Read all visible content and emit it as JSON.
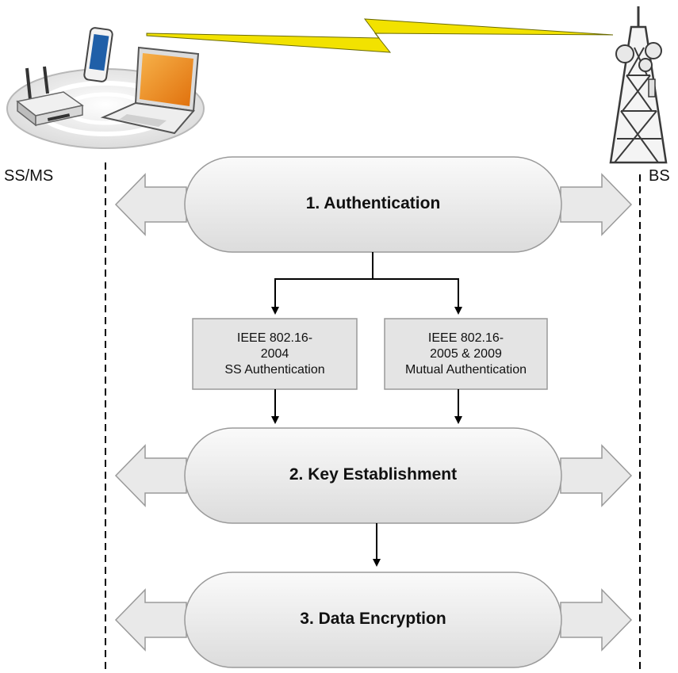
{
  "entities": {
    "left_label": "SS/MS",
    "right_label": "BS"
  },
  "stages": [
    {
      "label": "1. Authentication"
    },
    {
      "label": "2. Key Establishment"
    },
    {
      "label": "3. Data Encryption"
    }
  ],
  "boxes": [
    {
      "line1": "IEEE 802.16-",
      "line2": "2004",
      "line3": "SS Authentication"
    },
    {
      "line1": "IEEE 802.16-",
      "line2": "2005 & 2009",
      "line3": "Mutual Authentication"
    }
  ],
  "colors": {
    "stage_fill": "#e6e6e6",
    "arrow_fill": "#e9e9e9",
    "box_fill": "#e4e4e4",
    "outline": "#9a9a9a",
    "lightning": "#f2e200",
    "screen": "#f08a1a"
  },
  "icons": [
    "wireless-router-icon",
    "smartphone-icon",
    "laptop-icon",
    "lightning-link-icon",
    "cell-tower-icon"
  ]
}
